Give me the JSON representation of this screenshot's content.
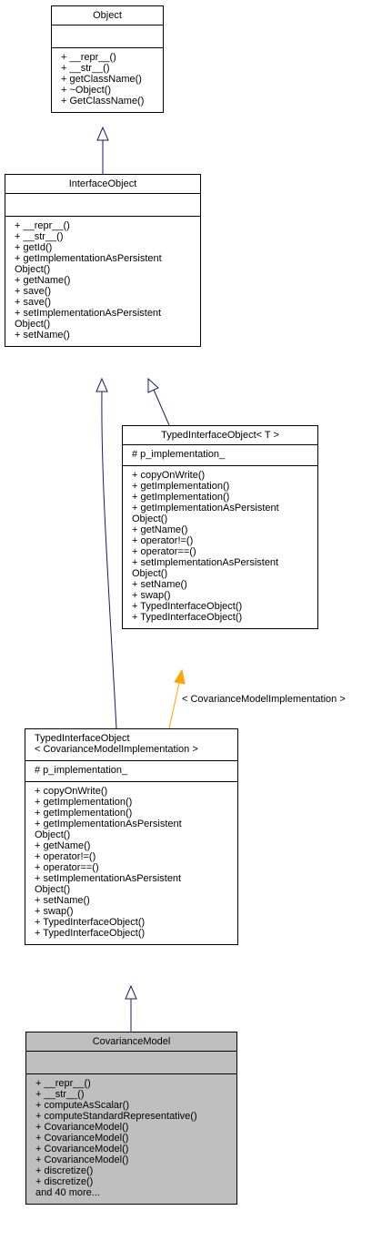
{
  "classes": {
    "object": {
      "name": "Object",
      "attributes": [],
      "methods": [
        "+ __repr__()",
        "+ __str__()",
        "+ getClassName()",
        "+ ~Object()",
        "+ GetClassName()"
      ]
    },
    "interface_object": {
      "name": "InterfaceObject",
      "attributes": [],
      "methods": [
        "+ __repr__()",
        "+ __str__()",
        "+ getId()",
        "+ getImplementationAsPersistent",
        "Object()",
        "+ getName()",
        "+ save()",
        "+ save()",
        "+ setImplementationAsPersistent",
        "Object()",
        "+ setName()"
      ]
    },
    "typed_interface_object_t": {
      "name": "TypedInterfaceObject< T >",
      "attributes": [
        "# p_implementation_"
      ],
      "methods": [
        "+ copyOnWrite()",
        "+ getImplementation()",
        "+ getImplementation()",
        "+ getImplementationAsPersistent",
        "Object()",
        "+ getName()",
        "+ operator!=()",
        "+ operator==()",
        "+ setImplementationAsPersistent",
        "Object()",
        "+ setName()",
        "+ swap()",
        "+ TypedInterfaceObject()",
        "+ TypedInterfaceObject()"
      ]
    },
    "typed_interface_object_cmi": {
      "name_lines": [
        "TypedInterfaceObject",
        "< CovarianceModelImplementation >"
      ],
      "attributes": [
        "# p_implementation_"
      ],
      "methods": [
        "+ copyOnWrite()",
        "+ getImplementation()",
        "+ getImplementation()",
        "+ getImplementationAsPersistent",
        "Object()",
        "+ getName()",
        "+ operator!=()",
        "+ operator==()",
        "+ setImplementationAsPersistent",
        "Object()",
        "+ setName()",
        "+ swap()",
        "+ TypedInterfaceObject()",
        "+ TypedInterfaceObject()"
      ]
    },
    "covariance_model": {
      "name": "CovarianceModel",
      "attributes": [],
      "methods": [
        "+ __repr__()",
        "+ __str__()",
        "+ computeAsScalar()",
        "+ computeStandardRepresentative()",
        "+ CovarianceModel()",
        "+ CovarianceModel()",
        "+ CovarianceModel()",
        "+ CovarianceModel()",
        "+ discretize()",
        "+ discretize()",
        "and 40 more..."
      ]
    }
  },
  "template_edge_label": "< CovarianceModelImplementation >",
  "colors": {
    "inheritance_edge": "#191970",
    "template_edge": "#ffa500",
    "highlight_fill": "#bfbfbf"
  }
}
